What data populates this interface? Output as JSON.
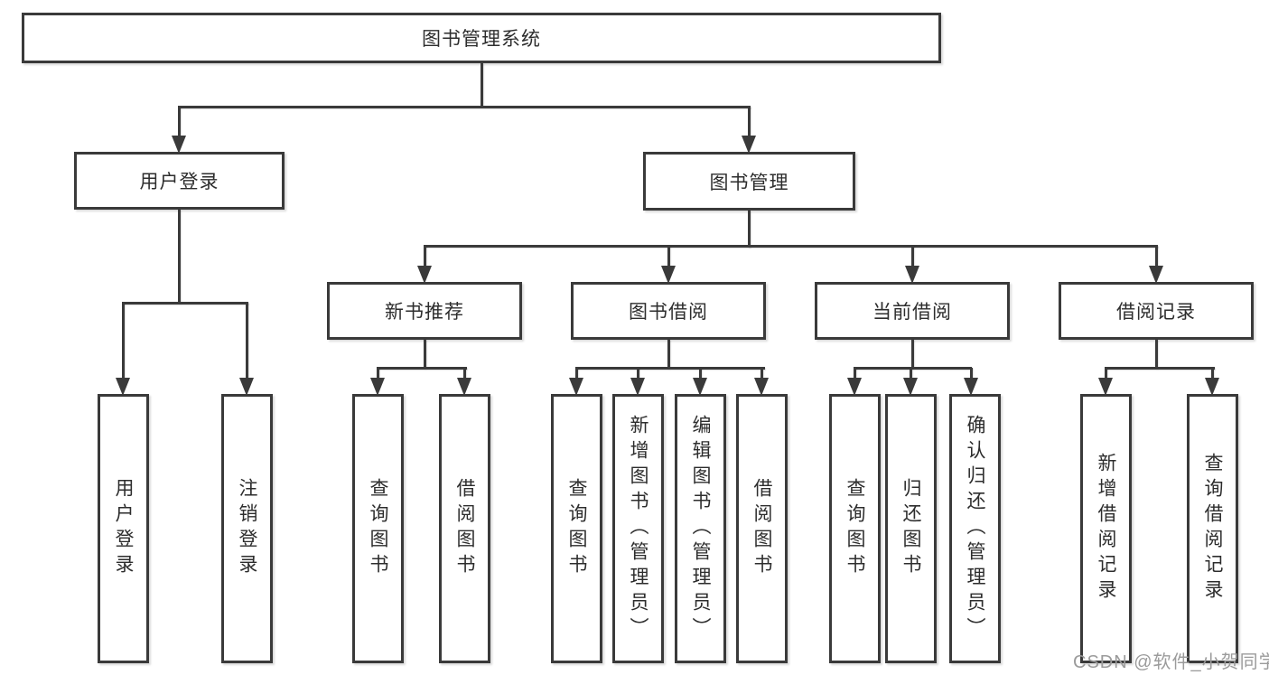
{
  "diagram": {
    "root": "图书管理系统",
    "level2": {
      "user_login": "用户登录",
      "book_mgmt": "图书管理"
    },
    "level3": {
      "new_books": "新书推荐",
      "book_borrow": "图书借阅",
      "current_borrow": "当前借阅",
      "borrow_records": "借阅记录"
    },
    "leaves": {
      "user_login": {
        "login": "用户登录",
        "logout": "注销登录"
      },
      "new_books": {
        "query": "查询图书",
        "borrow": "借阅图书"
      },
      "book_borrow": {
        "query": "查询图书",
        "add": "新增图书（管理员）",
        "edit": "编辑图书（管理员）",
        "borrow": "借阅图书"
      },
      "current_borrow": {
        "query": "查询图书",
        "return": "归还图书",
        "confirm": "确认归还（管理员）"
      },
      "borrow_records": {
        "add": "新增借阅记录",
        "query": "查询借阅记录"
      }
    }
  },
  "watermark": "CSDN @软件_小贺同学",
  "colors": {
    "line": "#3a3a3a",
    "box_border": "#3a3a3a",
    "text": "#2d2d2d",
    "background": "#ffffff",
    "watermark_text": "#9b9b9b"
  }
}
